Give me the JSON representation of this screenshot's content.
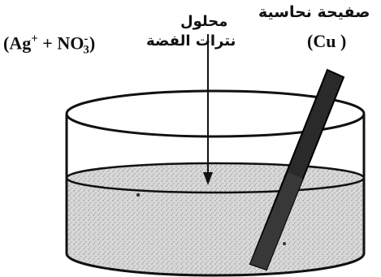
{
  "labels": {
    "solution_line1": "محلول",
    "solution_line2": "نترات الفضة",
    "ions": {
      "open": "(Ag",
      "ag_charge": "+",
      "plus": " + NO",
      "no3_charge": "-",
      "no3_sub": "3",
      "close": ")"
    },
    "plate_name": "صفيحة نحاسية",
    "plate_symbol": "(Cu )"
  },
  "colors": {
    "ink": "#111111",
    "liquid": "#d4d4d4",
    "plate": "#2a2a2a"
  }
}
